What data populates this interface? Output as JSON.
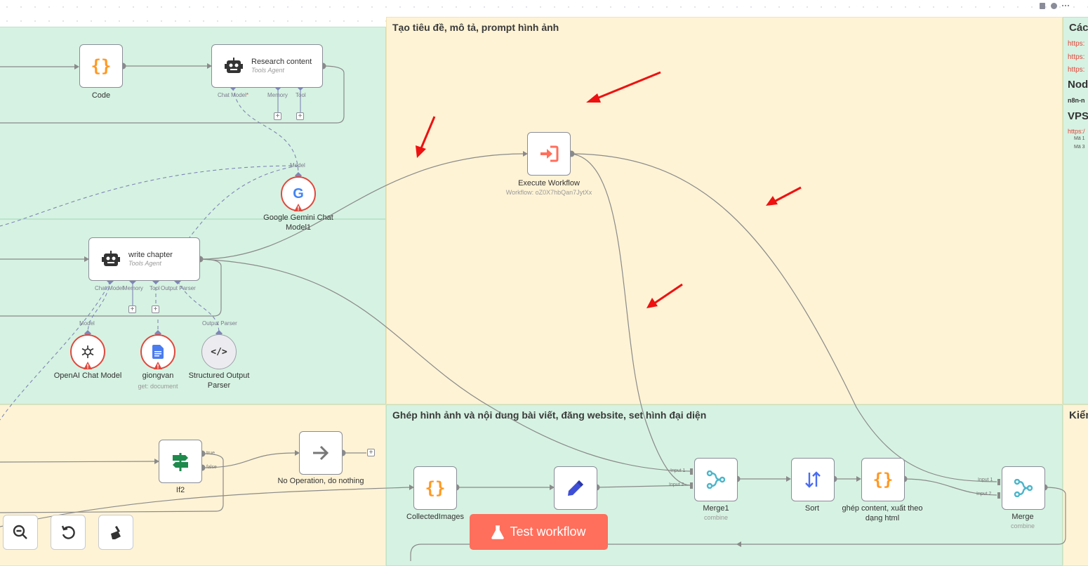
{
  "stickies": {
    "title_prompt": "Tạo tiêu đề, mô tả, prompt hình ảnh",
    "title_merge": "Ghép hình ảnh và nội dung bài viết, đăng website, set hình đại diện",
    "title_right_top": "Các",
    "title_right_bottom": "Kiểm"
  },
  "right_panel": {
    "link1": "https:",
    "link2": "https:",
    "link3": "https:",
    "heading_node": "Nod",
    "text_n8n": "n8n-n",
    "heading_vps": "VPS",
    "link4": "https:/",
    "line_ma1": "Mã 1",
    "line_ma3": "Mã 3"
  },
  "nodes": {
    "code": {
      "label": "Code"
    },
    "research": {
      "title": "Research content",
      "subtitle": "Tools Agent"
    },
    "gemini": {
      "label": "Google Gemini Chat Model1"
    },
    "write_chapter": {
      "title": "write chapter",
      "subtitle": "Tools Agent"
    },
    "openai": {
      "label": "OpenAI Chat Model"
    },
    "giongvan": {
      "label": "giongvan",
      "sublabel": "get: document"
    },
    "structured": {
      "label": "Structured Output Parser"
    },
    "execute": {
      "label": "Execute Workflow",
      "sublabel": "Workflow: oZ0X7hbQan7JytXx"
    },
    "if2": {
      "label": "If2"
    },
    "noop": {
      "label": "No Operation, do nothing"
    },
    "collected": {
      "label": "CollectedImages"
    },
    "merge1": {
      "label": "Merge1",
      "sublabel": "combine"
    },
    "sort": {
      "label": "Sort"
    },
    "ghep": {
      "label": "ghép content, xuất theo dạng html"
    },
    "merge": {
      "label": "Merge",
      "sublabel": "combine"
    }
  },
  "ports": {
    "chat_model": "Chat Model",
    "memory": "Memory",
    "tool": "Tool",
    "model": "Model",
    "output_parser": "Output Parser",
    "if_true": "true",
    "if_false": "false",
    "input1": "Input 1",
    "input2": "Input 2"
  },
  "toolbar": {
    "test_workflow": "Test workflow"
  },
  "colors": {
    "sticky_green": "#d6f2e2",
    "sticky_yellow": "#fef3d5",
    "accent": "#ff6f5c",
    "error_red": "#e0483d",
    "arrow_red": "#ee1111"
  }
}
